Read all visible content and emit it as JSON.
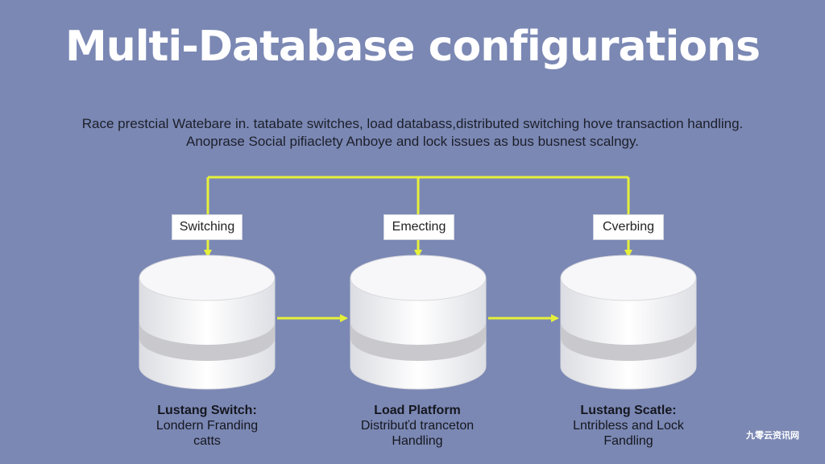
{
  "title": "Multi-Database configurations",
  "description": {
    "line1": "Race prestcial Watebare in. tatabate switches, load databass,distributed switching hove transaction handling.",
    "line2": "Anoprase Social pifiaclety Anboye and lock issues as bus busnest scalngy."
  },
  "nodes": [
    {
      "label": "Switching",
      "caption_title": "Lustang Switch:",
      "caption_line1": "Londern Franding",
      "caption_line2": "catts"
    },
    {
      "label": "Emecting",
      "caption_title": "Load Platform",
      "caption_line1": "Distribuťd tranceton",
      "caption_line2": "Handling"
    },
    {
      "label": "Cverbing",
      "caption_title": "Lustang Scatle:",
      "caption_line1": "Lntribless and Lock",
      "caption_line2": "Fandling"
    }
  ],
  "watermark": "九零云资讯网",
  "colors": {
    "background": "#7b88b4",
    "connector": "#e6f03a",
    "cylinder": "#f4f4f6",
    "band": "#c9c9cd"
  }
}
